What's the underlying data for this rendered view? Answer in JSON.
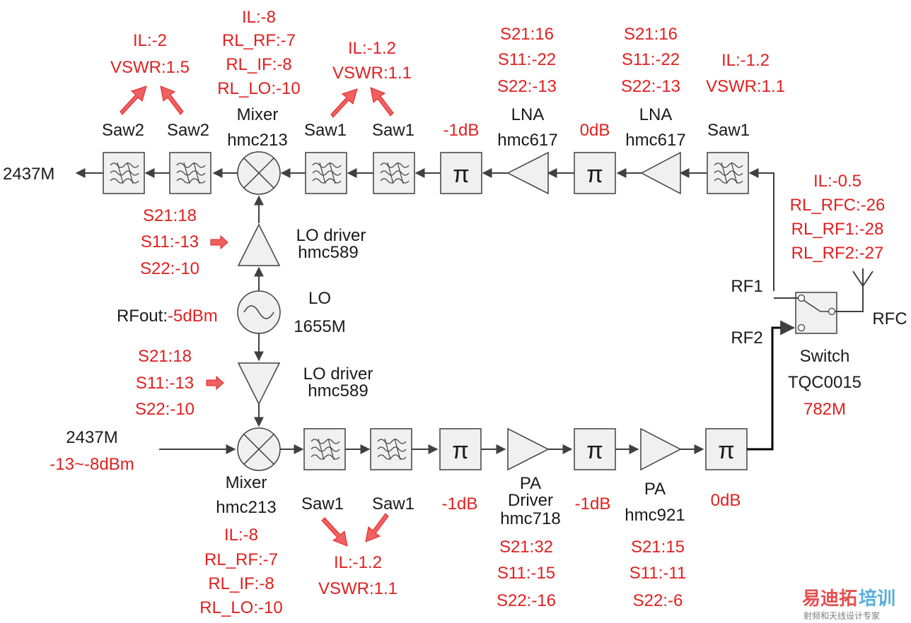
{
  "rx": {
    "out_freq": "2437M",
    "saw2_a": "Saw2",
    "saw2_b": "Saw2",
    "saw2_specs": [
      "IL:-2",
      "VSWR:1.5"
    ],
    "mixer_label": [
      "Mixer",
      "hmc213"
    ],
    "mixer_specs": [
      "IL:-8",
      "RL_RF:-7",
      "RL_IF:-8",
      "RL_LO:-10"
    ],
    "saw1_a": "Saw1",
    "saw1_b": "Saw1",
    "saw1_specs": [
      "IL:-1.2",
      "VSWR:1.1"
    ],
    "atten1": "-1dB",
    "lna1_label": [
      "LNA",
      "hmc617"
    ],
    "lna1_specs": [
      "S21:16",
      "S11:-22",
      "S22:-13"
    ],
    "atten2": "0dB",
    "lna2_label": [
      "LNA",
      "hmc617"
    ],
    "lna2_specs": [
      "S21:16",
      "S11:-22",
      "S22:-13"
    ],
    "saw1_c": "Saw1",
    "saw1_c_specs": [
      "IL:-1.2",
      "VSWR:1.1"
    ]
  },
  "lo": {
    "driver_top_label": [
      "LO driver",
      "hmc589"
    ],
    "driver_top_specs": [
      "S21:18",
      "S11:-13",
      "S22:-10"
    ],
    "osc_label": [
      "LO",
      "1655M"
    ],
    "rfout_label": "RFout:",
    "rfout_value": "-5dBm",
    "driver_bot_label": [
      "LO driver",
      "hmc589"
    ],
    "driver_bot_specs": [
      "S21:18",
      "S11:-13",
      "S22:-10"
    ]
  },
  "tx": {
    "in_freq": "2437M",
    "in_power": "-13~-8dBm",
    "mixer_label": [
      "Mixer",
      "hmc213"
    ],
    "mixer_specs": [
      "IL:-8",
      "RL_RF:-7",
      "RL_IF:-8",
      "RL_LO:-10"
    ],
    "saw1_a": "Saw1",
    "saw1_b": "Saw1",
    "saw1_specs": [
      "IL:-1.2",
      "VSWR:1.1"
    ],
    "atten1": "-1dB",
    "pa_driver_label": [
      "PA",
      "Driver",
      "hmc718"
    ],
    "pa_driver_specs": [
      "S21:32",
      "S11:-15",
      "S22:-16"
    ],
    "atten2": "-1dB",
    "pa_label": [
      "PA",
      "hmc921"
    ],
    "pa_specs": [
      "S21:15",
      "S11:-11",
      "S22:-6"
    ],
    "atten3": "0dB"
  },
  "switch": {
    "specs": [
      "IL:-0.5",
      "RL_RFC:-26",
      "RL_RF1:-28",
      "RL_RF2:-27"
    ],
    "rf1": "RF1",
    "rf2": "RF2",
    "rfc": "RFC",
    "label": [
      "Switch",
      "TQC0015"
    ],
    "freq": "782M"
  },
  "pi_symbol": "π",
  "watermark": {
    "brand_a": "易迪拓",
    "brand_b": "培训",
    "subtitle": "射频和天线设计专家"
  },
  "colors": {
    "annotation": "#e02020",
    "block_fill": "#f0f0f0",
    "line": "#404040",
    "arrow": "#f06060"
  }
}
